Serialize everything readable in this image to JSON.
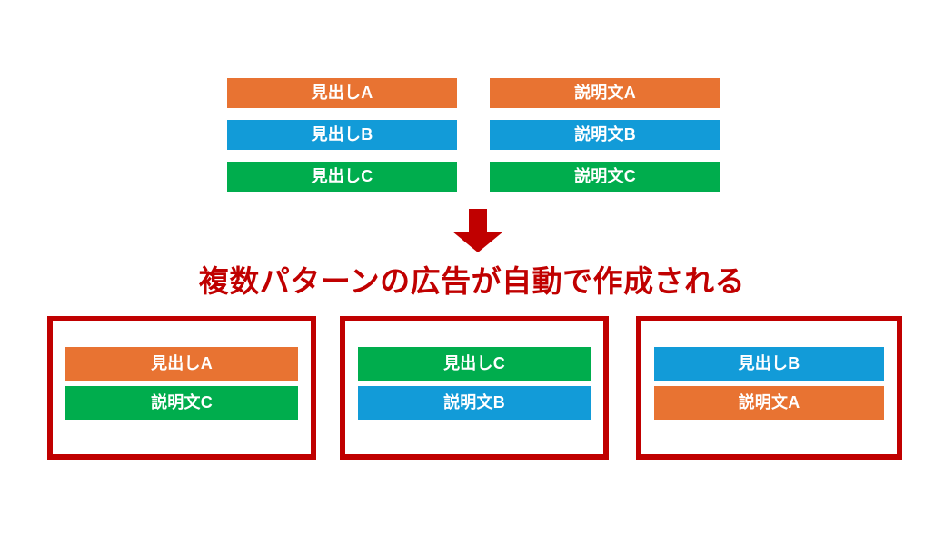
{
  "colors": {
    "orange": "#e87332",
    "blue": "#129bd8",
    "green": "#00ad4d",
    "red": "#c00000",
    "background": "#ffffff",
    "bar_text": "#ffffff"
  },
  "source_pools": {
    "headlines": [
      {
        "label": "見出しA",
        "color": "orange"
      },
      {
        "label": "見出しB",
        "color": "blue"
      },
      {
        "label": "見出しC",
        "color": "green"
      }
    ],
    "descriptions": [
      {
        "label": "説明文A",
        "color": "orange"
      },
      {
        "label": "説明文B",
        "color": "blue"
      },
      {
        "label": "説明文C",
        "color": "green"
      }
    ]
  },
  "arrow": {
    "direction": "down",
    "color": "#c00000"
  },
  "result_heading": "複数パターンの広告が自動で作成される",
  "generated_ads": [
    {
      "headline": {
        "label": "見出しA",
        "color": "orange"
      },
      "description": {
        "label": "説明文C",
        "color": "green"
      }
    },
    {
      "headline": {
        "label": "見出しC",
        "color": "green"
      },
      "description": {
        "label": "説明文B",
        "color": "blue"
      }
    },
    {
      "headline": {
        "label": "見出しB",
        "color": "blue"
      },
      "description": {
        "label": "説明文A",
        "color": "orange"
      }
    }
  ]
}
